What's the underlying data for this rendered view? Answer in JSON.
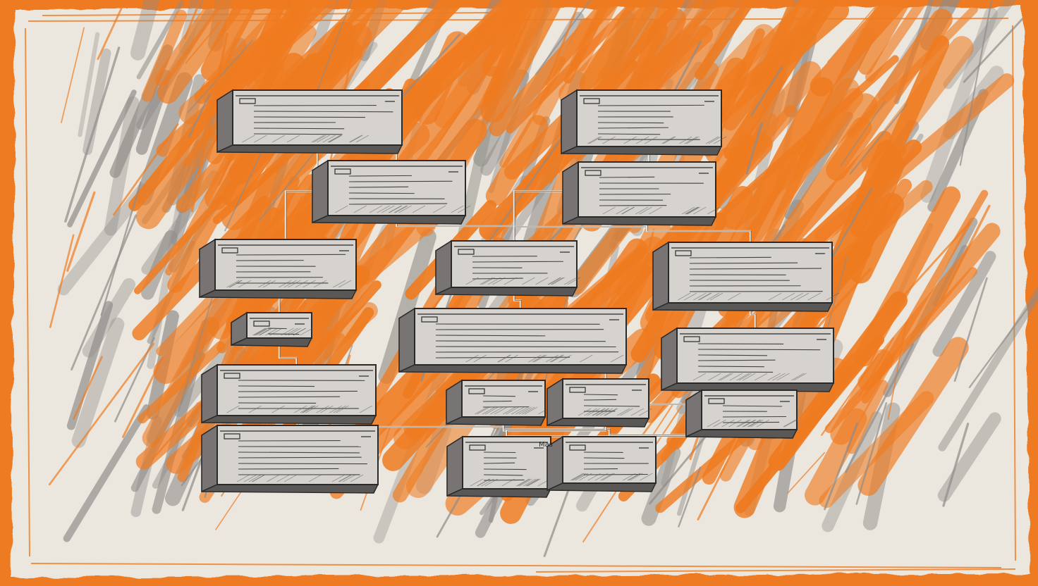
{
  "palette": {
    "frame": "#ee7a22",
    "paper": "#ece7de",
    "orange": "#ef7b20",
    "gray": "#8f8c8a",
    "ink": "#2b2a2a",
    "box_face": "#d6d3cf",
    "box_side": "#777473",
    "box_dark": "#5a5857"
  },
  "diagram": {
    "kind": "hand-sketched block / flow diagram",
    "labels": [
      "Mas"
    ],
    "nodes": [
      {
        "id": "n1"
      },
      {
        "id": "n2"
      },
      {
        "id": "n3"
      },
      {
        "id": "n4"
      },
      {
        "id": "n5"
      },
      {
        "id": "n6"
      },
      {
        "id": "n7"
      },
      {
        "id": "n8"
      },
      {
        "id": "n9"
      },
      {
        "id": "n10"
      },
      {
        "id": "n11"
      },
      {
        "id": "n12"
      },
      {
        "id": "n13"
      },
      {
        "id": "n14"
      },
      {
        "id": "n15"
      },
      {
        "id": "n16"
      },
      {
        "id": "n17"
      },
      {
        "id": "n18"
      }
    ],
    "edges": [
      [
        "n1",
        "n3"
      ],
      [
        "n1",
        "n2"
      ],
      [
        "n2",
        "n7"
      ],
      [
        "n7",
        "n4"
      ],
      [
        "n7",
        "n8"
      ],
      [
        "n7",
        "n5"
      ],
      [
        "n5",
        "n6"
      ],
      [
        "n6",
        "n9"
      ],
      [
        "n3",
        "n10"
      ],
      [
        "n10",
        "n11"
      ],
      [
        "n11",
        "n12"
      ],
      [
        "n12",
        "n13"
      ],
      [
        "n13",
        "n15"
      ],
      [
        "n13",
        "n16"
      ],
      [
        "n16",
        "n17"
      ],
      [
        "n14",
        "n15"
      ],
      [
        "n15",
        "n17"
      ],
      [
        "n18",
        "n17"
      ],
      [
        "n9",
        "n18"
      ],
      [
        "n8",
        "n14"
      ],
      [
        "n14",
        "n18"
      ]
    ]
  }
}
